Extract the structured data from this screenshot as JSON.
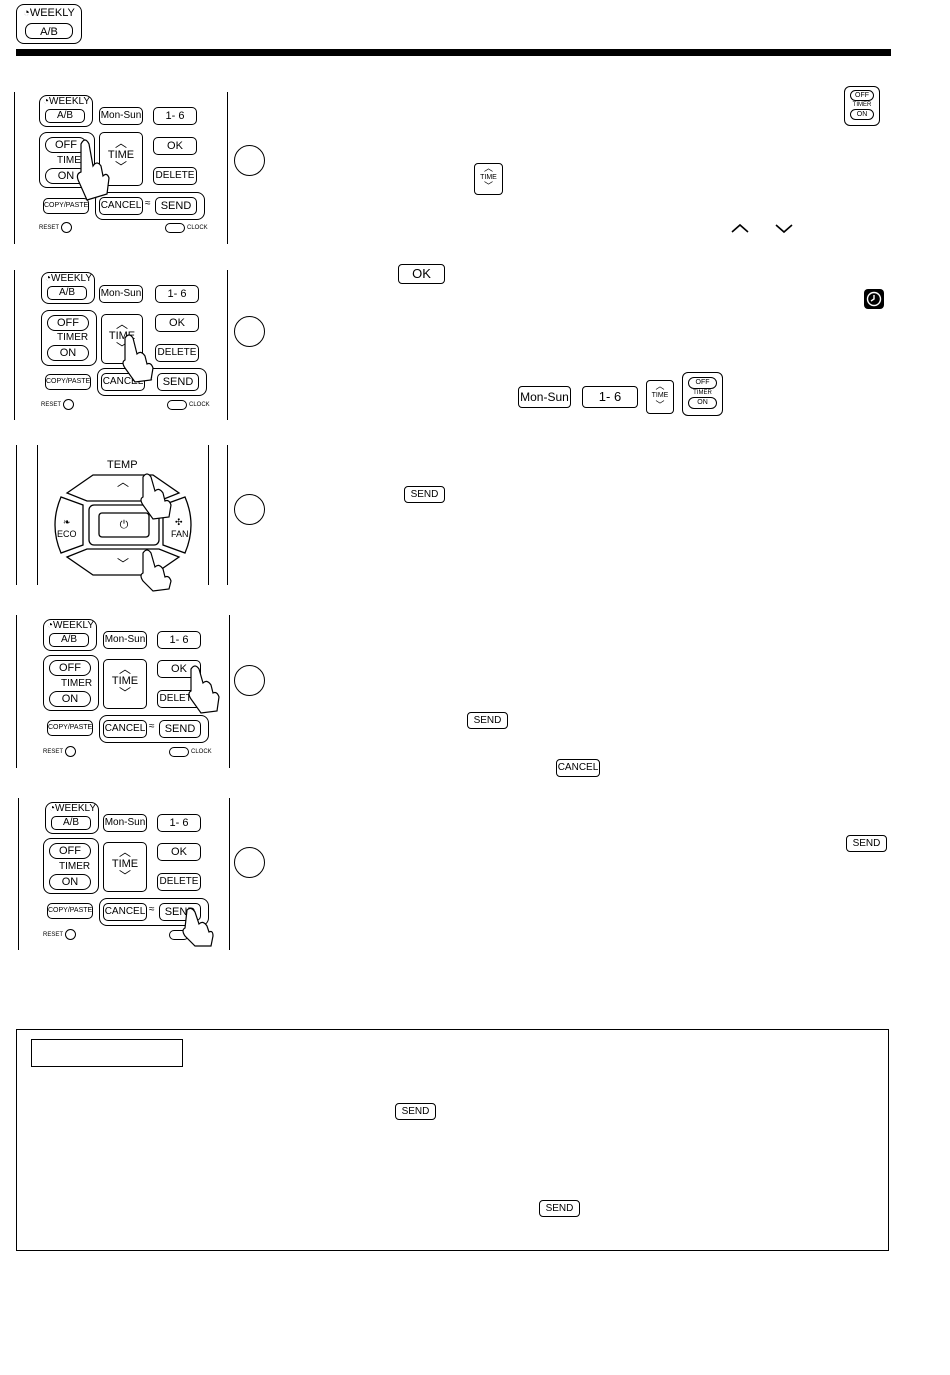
{
  "header": {
    "badge_top": "WEEKLY",
    "badge_bottom": "A/B"
  },
  "remote": {
    "weekly": "WEEKLY",
    "ab": "A/B",
    "mon_sun": "Mon-Sun",
    "one_six": "1- 6",
    "off": "OFF",
    "timer": "TIMER",
    "on": "ON",
    "time": "TIME",
    "ok": "OK",
    "delete": "DELETE",
    "copy_paste": "COPY/PASTE",
    "cancel": "CANCEL",
    "send": "SEND",
    "reset": "RESET",
    "clock": "CLOCK",
    "temp": "TEMP",
    "eco": "ECO",
    "fan": "FAN"
  },
  "inline_buttons": {
    "off": "OFF",
    "timer": "TIMER",
    "on": "ON",
    "time": "TIME",
    "ok": "OK",
    "mon_sun": "Mon-Sun",
    "one_six": "1- 6",
    "send": "SEND",
    "cancel": "CANCEL"
  },
  "icons": [
    "clock-icon",
    "hand-pointer-icon",
    "chevron-up-icon",
    "chevron-down-icon",
    "eco-leaf-icon",
    "fan-icon",
    "power-icon",
    "wifi-icon"
  ]
}
